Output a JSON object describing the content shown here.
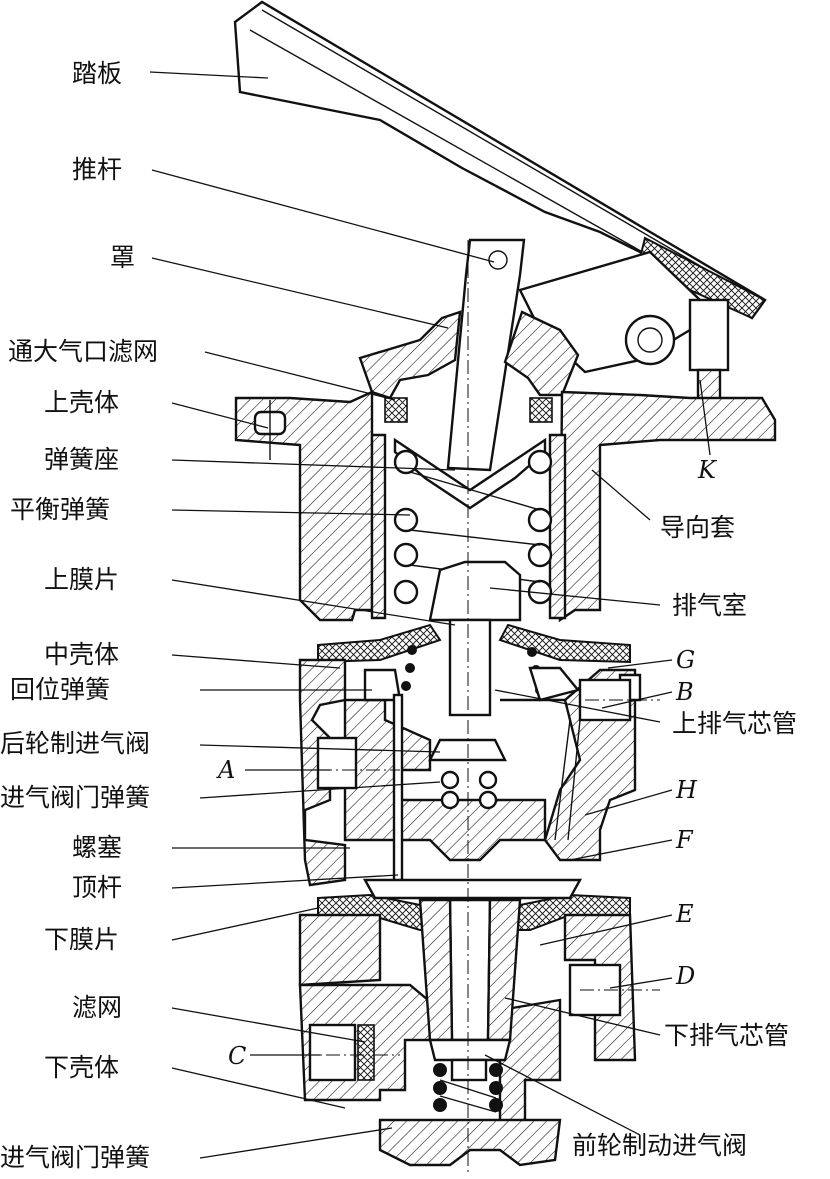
{
  "labels_left": [
    {
      "id": "pedal",
      "text": "踏板"
    },
    {
      "id": "push-rod",
      "text": "推杆"
    },
    {
      "id": "cover",
      "text": "罩"
    },
    {
      "id": "vent-filter",
      "text": "通大气口滤网"
    },
    {
      "id": "upper-housing",
      "text": "上壳体"
    },
    {
      "id": "spring-seat",
      "text": "弹簧座"
    },
    {
      "id": "balance-spring",
      "text": "平衡弹簧"
    },
    {
      "id": "upper-diaphragm",
      "text": "上膜片"
    },
    {
      "id": "middle-housing",
      "text": "中壳体"
    },
    {
      "id": "return-spring",
      "text": "回位弹簧"
    },
    {
      "id": "rear-inlet-valve",
      "text": "后轮制进气阀"
    },
    {
      "id": "inlet-valve-spring-upper",
      "text": "进气阀门弹簧"
    },
    {
      "id": "plug",
      "text": "螺塞"
    },
    {
      "id": "ejector-rod",
      "text": "顶杆"
    },
    {
      "id": "lower-diaphragm",
      "text": "下膜片"
    },
    {
      "id": "filter",
      "text": "滤网"
    },
    {
      "id": "lower-housing",
      "text": "下壳体"
    },
    {
      "id": "inlet-valve-spring-lower",
      "text": "进气阀门弹簧"
    }
  ],
  "labels_right": [
    {
      "id": "guide-sleeve",
      "text": "导向套"
    },
    {
      "id": "exhaust-chamber",
      "text": "排气室"
    },
    {
      "id": "upper-exhaust-tube",
      "text": "上排气芯管"
    },
    {
      "id": "lower-exhaust-tube",
      "text": "下排气芯管"
    },
    {
      "id": "front-inlet-valve",
      "text": "前轮制动进气阀"
    }
  ],
  "letters": [
    "K",
    "G",
    "B",
    "A",
    "H",
    "F",
    "E",
    "D",
    "C"
  ]
}
